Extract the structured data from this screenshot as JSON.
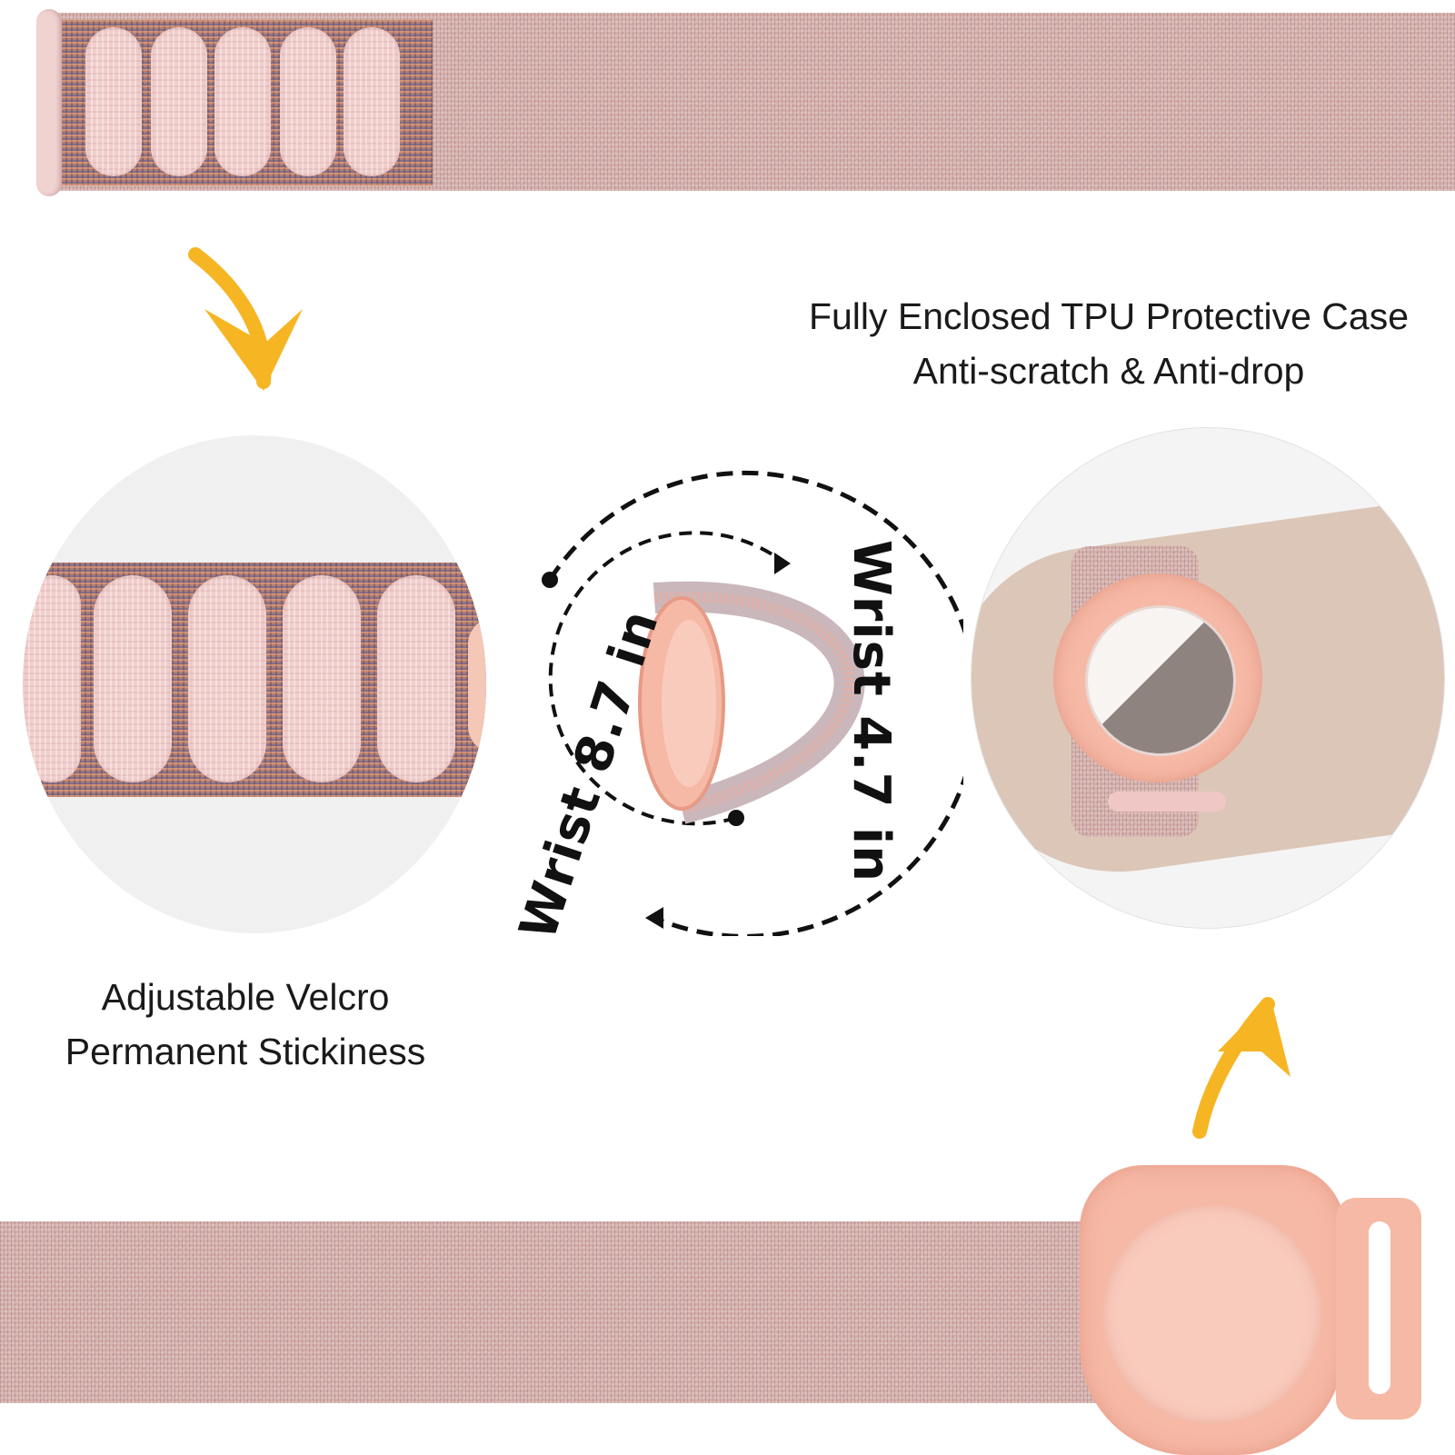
{
  "captions": {
    "case_line1": "Fully Enclosed TPU Protective Case",
    "case_line2": "Anti-scratch & Anti-drop",
    "velcro_line1": "Adjustable Velcro",
    "velcro_line2": "Permanent Stickiness"
  },
  "sizes": {
    "inner": "Wrist 4.7 in",
    "outer": "Wrist 8.7 in"
  },
  "colors": {
    "band": "#d7b4ad",
    "pad": "#f1cfcd",
    "arrow": "#f6b523",
    "case": "#f6b9a6"
  },
  "icons": {
    "arrow_top": "arrow-down-icon",
    "arrow_bottom": "arrow-up-icon"
  }
}
